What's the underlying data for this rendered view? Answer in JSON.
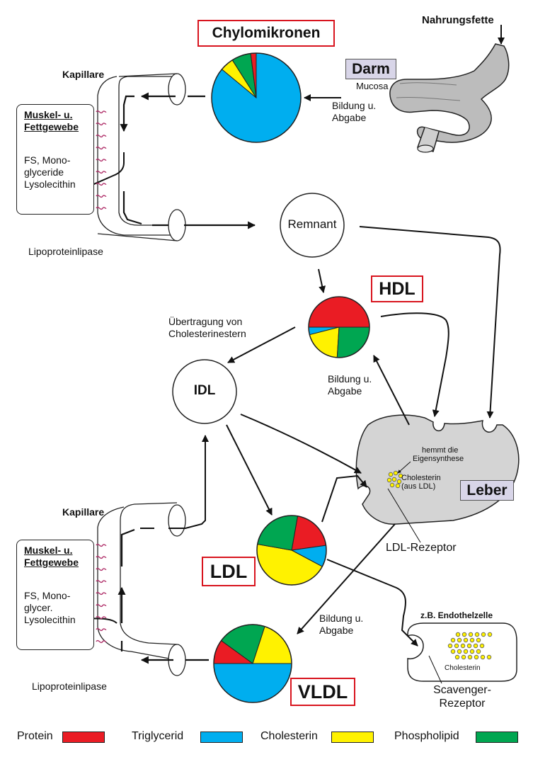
{
  "colors": {
    "protein": "#ea1c24",
    "triglycerid": "#00aeef",
    "cholesterin": "#fff200",
    "phospholipid": "#00a651",
    "organ": "#d4d4d4",
    "label_border": "#d8141e",
    "tag_bg": "#d8d5e8"
  },
  "labels": {
    "chylomikronen": "Chylomikronen",
    "nahrungsfette": "Nahrungsfette",
    "darm": "Darm",
    "mucosa": "Mucosa",
    "bildung_abgabe_darm": [
      "Bildung u.",
      "Abgabe"
    ],
    "kapillare_top": "Kapillare",
    "kapillare_bottom": "Kapillare",
    "tissue_top": {
      "title": [
        "Muskel- u.",
        "Fettgewebe"
      ],
      "body": [
        "FS, Mono-",
        "glyceride",
        "Lysolecithin"
      ]
    },
    "tissue_bottom": {
      "title": [
        "Muskel- u.",
        "Fettgewebe"
      ],
      "body": [
        "FS, Mono-",
        "glycer.",
        "Lysolecithin"
      ]
    },
    "lipoproteinlipase_top": "Lipoproteinlipase",
    "lipoproteinlipase_bottom": "Lipoproteinlipase",
    "remnant": "Remnant",
    "hdl": "HDL",
    "uebertragung": [
      "Übertragung von",
      "Cholesterinestern"
    ],
    "bildung_abgabe_hdl": [
      "Bildung u.",
      "Abgabe"
    ],
    "idl": "IDL",
    "leber": "Leber",
    "hemmt": [
      "hemmt die",
      "Eigensynthese"
    ],
    "cholesterin_ldl": [
      "Cholesterin",
      "(aus LDL)"
    ],
    "ldl_rezeptor": "LDL-Rezeptor",
    "ldl": "LDL",
    "bildung_abgabe_vldl": [
      "Bildung u.",
      "Abgabe"
    ],
    "endothel": "z.B. Endothelzelle",
    "cholesterin_cell": "Cholesterin",
    "scavenger": [
      "Scavenger-",
      "Rezeptor"
    ],
    "vldl": "VLDL"
  },
  "legend": [
    {
      "label": "Protein",
      "color": "#ea1c24"
    },
    {
      "label": "Triglycerid",
      "color": "#00aeef"
    },
    {
      "label": "Cholesterin",
      "color": "#fff200"
    },
    {
      "label": "Phospholipid",
      "color": "#00a651"
    }
  ],
  "pies": {
    "chylomikronen": [
      {
        "component": "Triglycerid",
        "value": 86,
        "color": "#00aeef"
      },
      {
        "component": "Cholesterin",
        "value": 5,
        "color": "#fff200"
      },
      {
        "component": "Phospholipid",
        "value": 7,
        "color": "#00a651"
      },
      {
        "component": "Protein",
        "value": 2,
        "color": "#ea1c24"
      }
    ],
    "hdl": [
      {
        "component": "Protein",
        "value": 50,
        "color": "#ea1c24"
      },
      {
        "component": "Triglycerid",
        "value": 4,
        "color": "#00aeef"
      },
      {
        "component": "Cholesterin",
        "value": 20,
        "color": "#fff200"
      },
      {
        "component": "Phospholipid",
        "value": 26,
        "color": "#00a651"
      }
    ],
    "ldl": [
      {
        "component": "Protein",
        "value": 20,
        "color": "#ea1c24"
      },
      {
        "component": "Triglycerid",
        "value": 10,
        "color": "#00aeef"
      },
      {
        "component": "Cholesterin",
        "value": 45,
        "color": "#fff200"
      },
      {
        "component": "Phospholipid",
        "value": 25,
        "color": "#00a651"
      }
    ],
    "vldl": [
      {
        "component": "Triglycerid",
        "value": 50,
        "color": "#00aeef"
      },
      {
        "component": "Cholesterin",
        "value": 20,
        "color": "#fff200"
      },
      {
        "component": "Phospholipid",
        "value": 20,
        "color": "#00a651"
      },
      {
        "component": "Protein",
        "value": 10,
        "color": "#ea1c24"
      }
    ]
  }
}
